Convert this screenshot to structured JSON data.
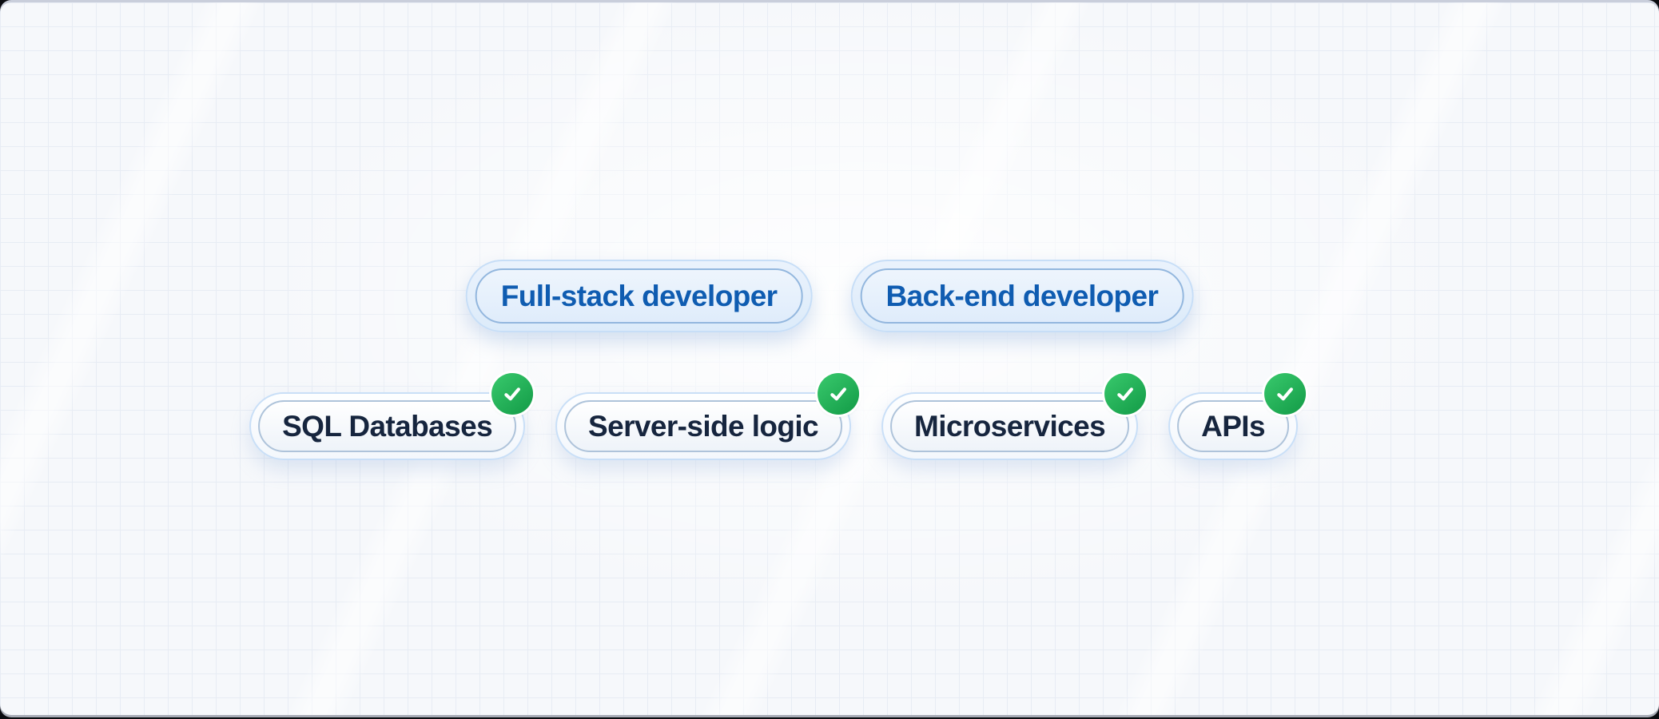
{
  "canvas": {
    "background": "grid-paper",
    "colors": {
      "canvas_bg": "#f6f8fb",
      "grid_line": "#e7ecf4",
      "role_chip_text": "#0f5cb1",
      "role_chip_fill": "#e4eefb",
      "skill_chip_text": "#16253e",
      "skill_chip_fill": "#ffffff",
      "chip_outer_border": "#c7def7",
      "chip_inner_border": "#9db9d8",
      "completed_green_light": "#31c366",
      "completed_green_dark": "#17a04b",
      "check_mark": "#ffffff"
    }
  },
  "target_roles": {
    "items": [
      {
        "label": "Full-stack developer"
      },
      {
        "label": "Back-end developer"
      }
    ]
  },
  "skills": {
    "items": [
      {
        "label": "SQL Databases",
        "completed": true
      },
      {
        "label": "Server-side logic",
        "completed": true
      },
      {
        "label": "Microservices",
        "completed": true
      },
      {
        "label": "APIs",
        "completed": true
      }
    ]
  },
  "icons": {
    "completed_badge": "check-icon"
  }
}
